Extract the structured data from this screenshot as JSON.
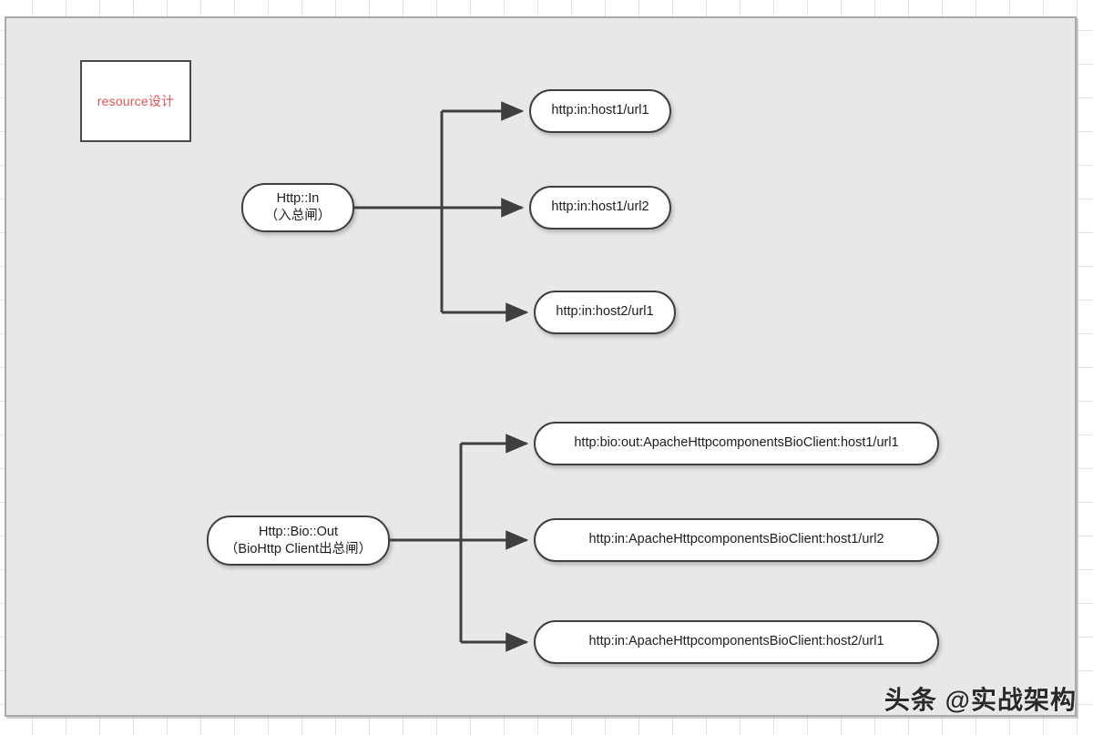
{
  "canvas": {
    "background_color": "#e8e8e8",
    "border_color": "#a9a9ad",
    "grid_color": "#e3e3e3"
  },
  "legend": {
    "label": "resource设计",
    "text_color": "#dd5555",
    "border_color": "#4a4a4a"
  },
  "groups": [
    {
      "name": "http-in-group",
      "source": {
        "line1": "Http::In",
        "line2": "（入总闸）"
      },
      "targets": [
        {
          "label": "http:in:host1/url1"
        },
        {
          "label": "http:in:host1/url2"
        },
        {
          "label": "http:in:host2/url1"
        }
      ]
    },
    {
      "name": "http-bio-out-group",
      "source": {
        "line1": "Http::Bio::Out",
        "line2": "（BioHttp Client出总闸）"
      },
      "targets": [
        {
          "label": "http:bio:out:ApacheHttpcomponentsBioClient:host1/url1"
        },
        {
          "label": "http:in:ApacheHttpcomponentsBioClient:host1/url2"
        },
        {
          "label": "http:in:ApacheHttpcomponentsBioClient:host2/url1"
        }
      ]
    }
  ],
  "connectors": {
    "stroke_color": "#3f3f3f",
    "stroke_width": 3,
    "arrowhead": "solid-triangle"
  },
  "watermark": {
    "text": "头条 @实战架构"
  }
}
